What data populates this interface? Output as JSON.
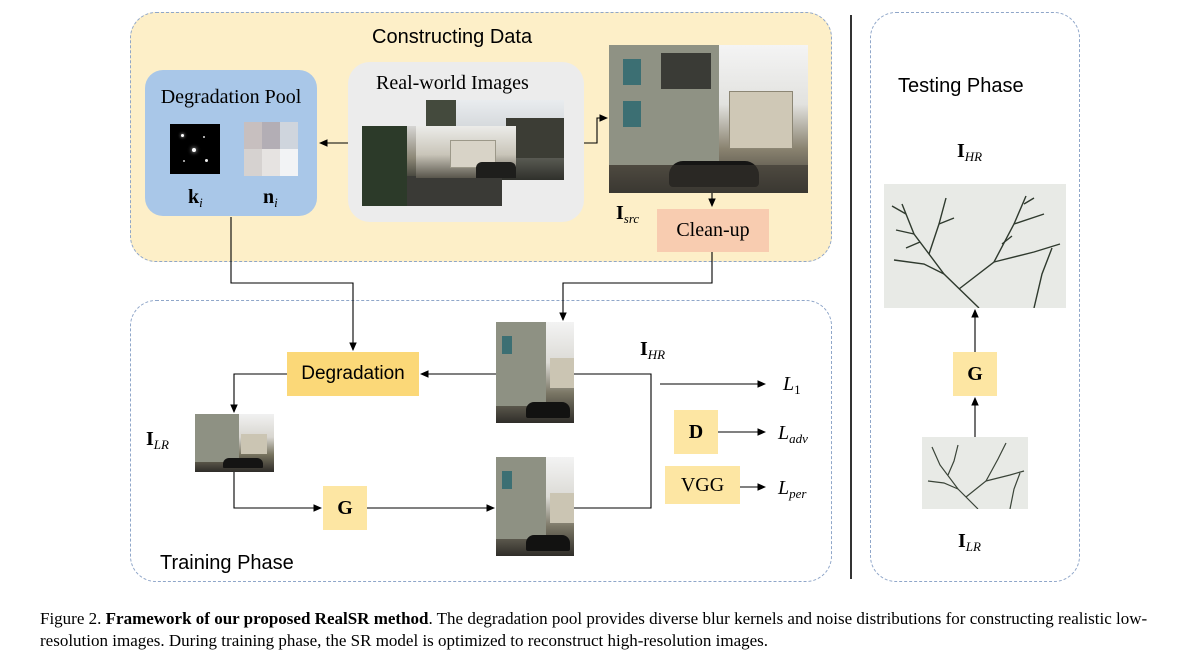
{
  "constructing": {
    "title": "Constructing Data",
    "degradation_pool": "Degradation Pool",
    "kernel_label": "k",
    "kernel_sub": "i",
    "noise_label": "n",
    "noise_sub": "i",
    "real_world": "Real-world Images",
    "src_label": "I",
    "src_sub": "src",
    "cleanup": "Clean-up"
  },
  "training": {
    "title": "Training Phase",
    "degradation": "Degradation",
    "hr_label": "I",
    "hr_sub": "HR",
    "lr_label": "I",
    "lr_sub": "LR",
    "g": "G",
    "d": "D",
    "vgg": "VGG",
    "loss1": "L",
    "loss1_sub": "1",
    "loss_adv": "L",
    "loss_adv_sub": "adv",
    "loss_per": "L",
    "loss_per_sub": "per"
  },
  "testing": {
    "title": "Testing Phase",
    "hr_label": "I",
    "hr_sub": "HR",
    "g": "G",
    "lr_label": "I",
    "lr_sub": "LR"
  },
  "caption": {
    "prefix": "Figure 2. ",
    "bold": "Framework of our proposed RealSR method",
    "rest": ". The degradation pool provides diverse blur kernels and noise distributions for constructing realistic low-resolution images. During training phase, the SR model is optimized to reconstruct high-resolution images."
  },
  "colors": {
    "constructing_bg": "#fdefc8",
    "pool_bg": "#a9c7e8",
    "degradation_box": "#fbd878",
    "g_box": "#fde6a3",
    "cleanup_box": "#f8ccb0",
    "panel_border": "#8fa6c9"
  }
}
